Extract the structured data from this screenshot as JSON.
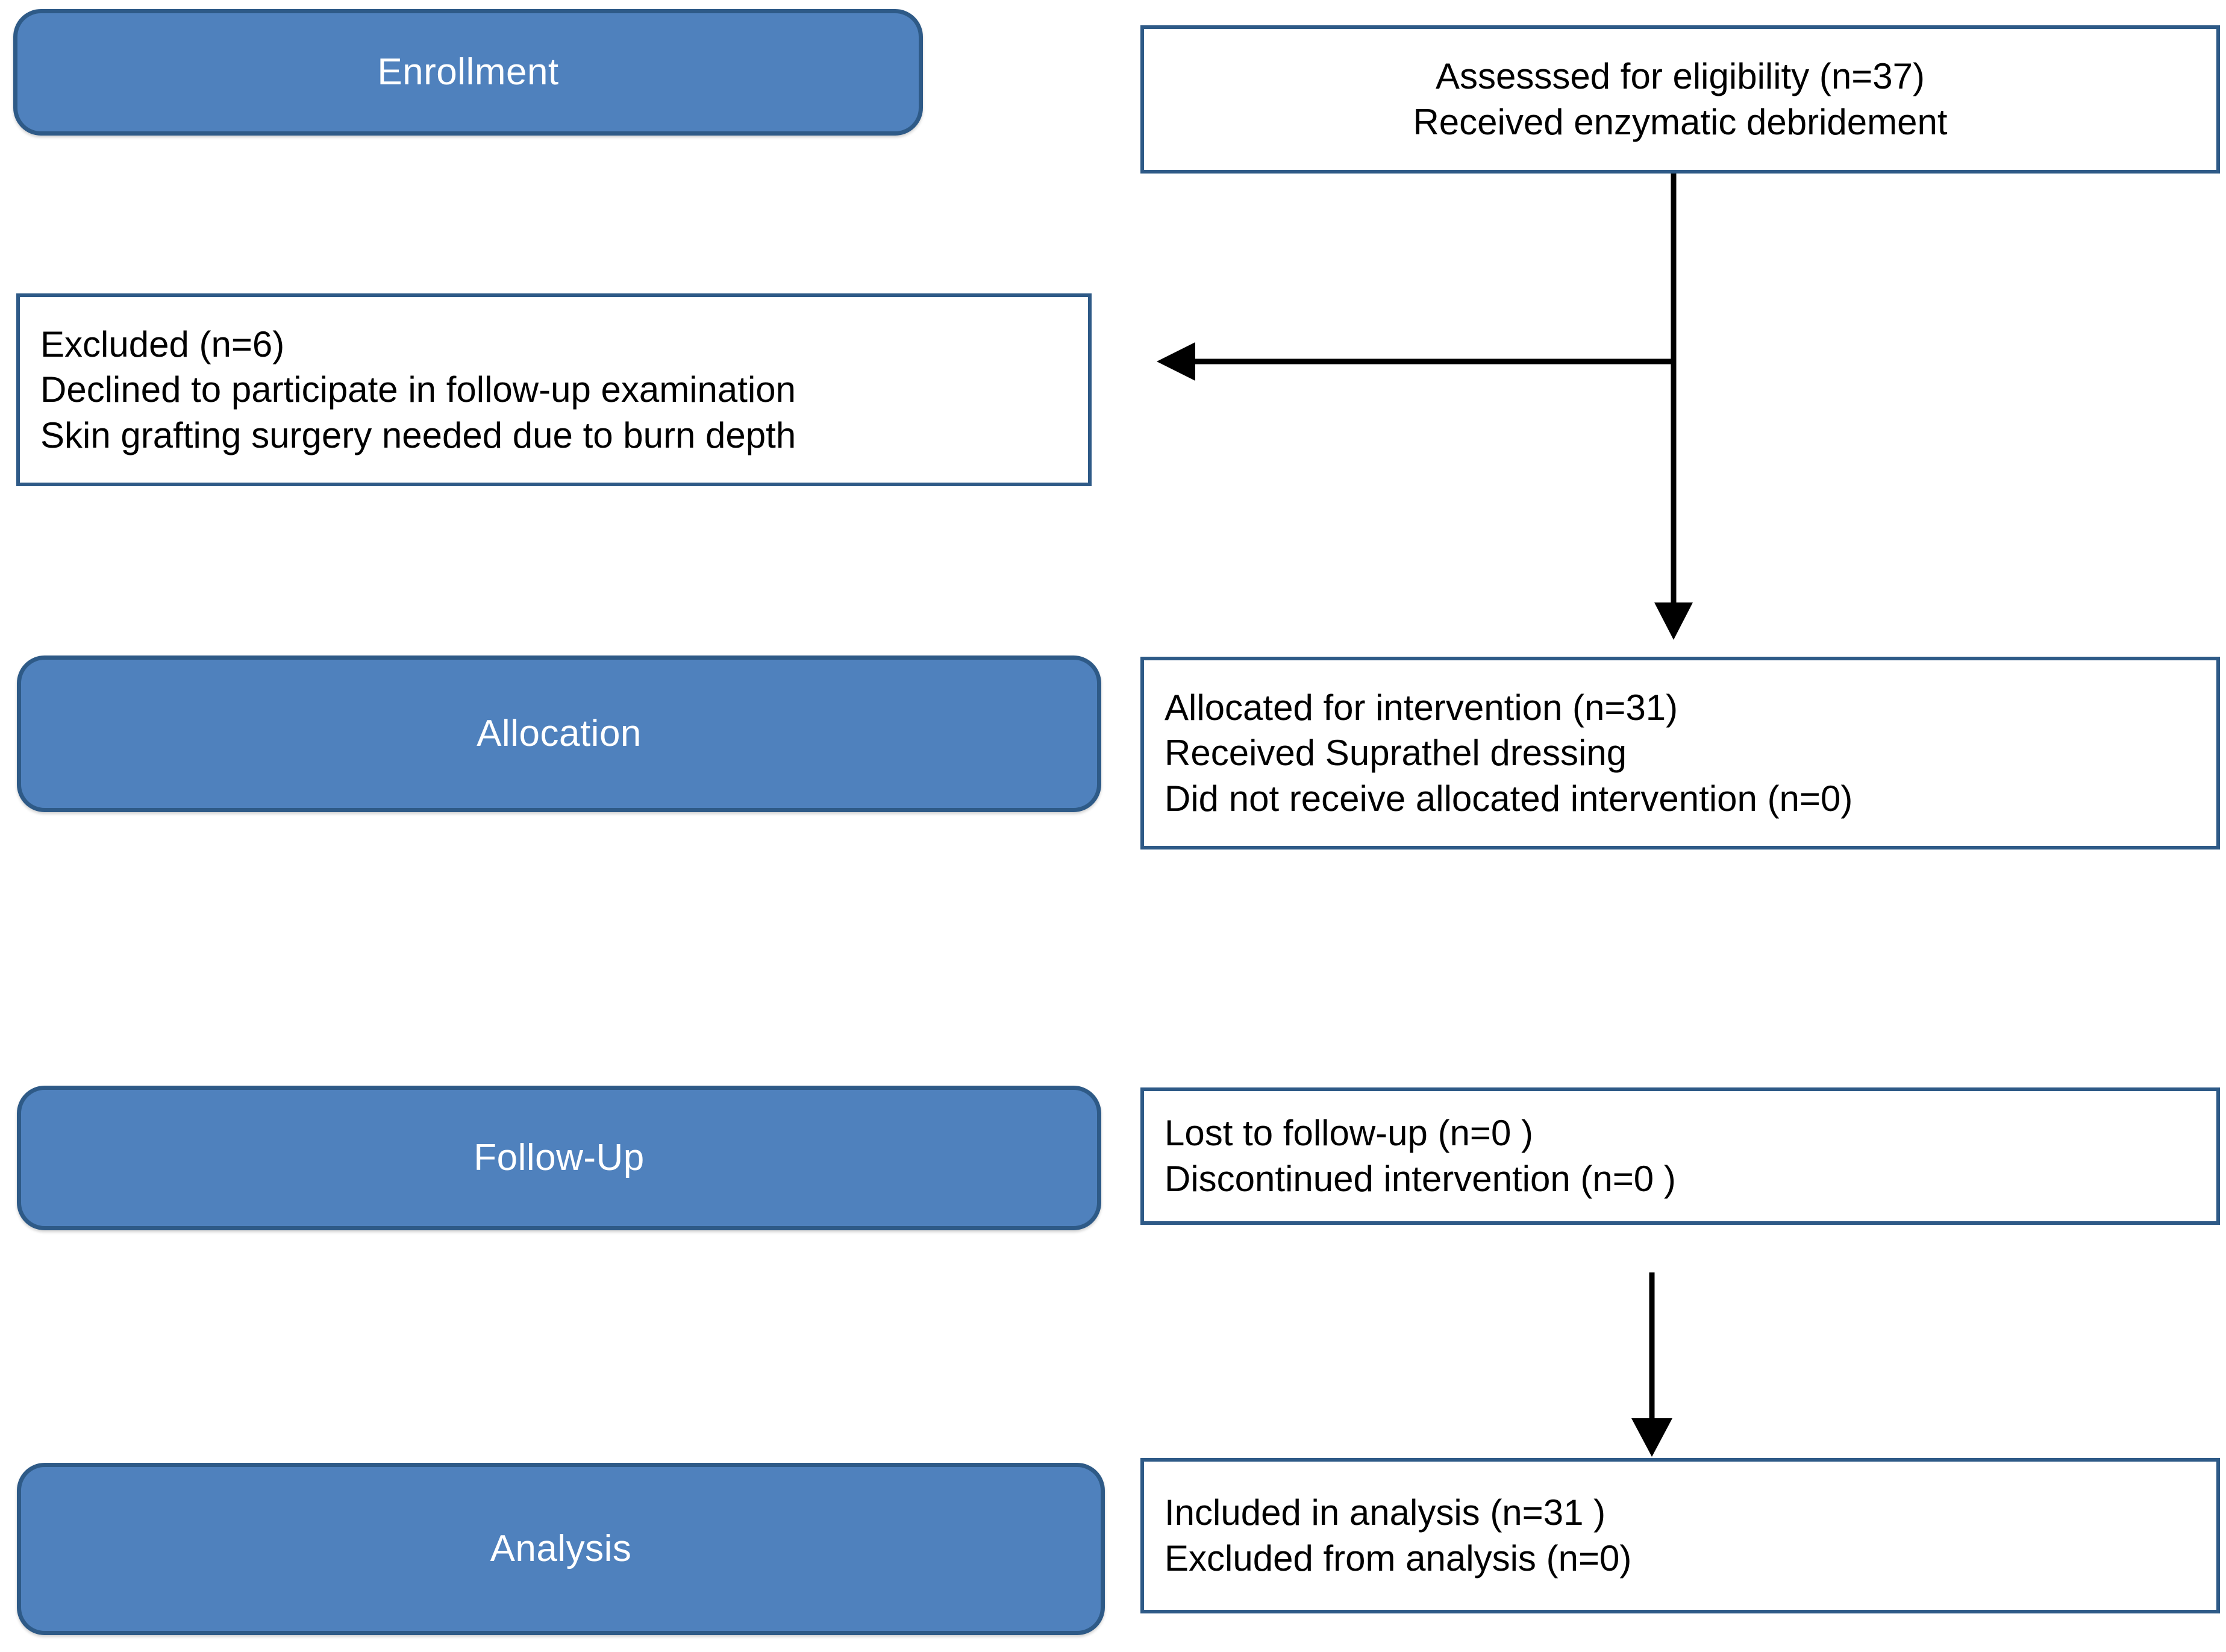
{
  "diagram": {
    "title": "CONSORT participant flow diagram",
    "colors": {
      "stage_fill": "#4F81BD",
      "stage_border": "#2E5A87",
      "info_border": "#2E5A87",
      "stage_text": "#FFFFFF",
      "info_text": "#000000",
      "connector": "#000000",
      "background": "#FFFFFF"
    }
  },
  "stages": [
    {
      "id": "enrollment",
      "label": "Enrollment"
    },
    {
      "id": "allocation",
      "label": "Allocation"
    },
    {
      "id": "followup",
      "label": "Follow-Up"
    },
    {
      "id": "analysis",
      "label": "Analysis"
    }
  ],
  "boxes": {
    "assessed": {
      "id": "assessed-box",
      "lines": [
        "Assesssed for eligibility (n=37)",
        "Received enzymatic debridement"
      ]
    },
    "excluded": {
      "id": "excluded-box",
      "lines": [
        "Excluded (n=6)",
        "Declined to participate in follow-up examination",
        "Skin grafting surgery needed due to burn depth"
      ]
    },
    "allocated": {
      "id": "allocated-box",
      "lines": [
        "Allocated for intervention (n=31)",
        "Received Suprathel dressing",
        "Did not receive allocated intervention (n=0)"
      ]
    },
    "followup": {
      "id": "followup-box",
      "lines": [
        "Lost to follow-up (n=0 )",
        "Discontinued intervention (n=0 )"
      ]
    },
    "analysis": {
      "id": "analysis-box",
      "lines": [
        "Included in analysis (n=31 )",
        "Excluded from analysis (n=0)"
      ]
    }
  },
  "connectors": [
    {
      "id": "enrollment-trunk",
      "kind": "vertical-arrow",
      "from": "assessed-box",
      "to": "allocated-box"
    },
    {
      "id": "exclusion-branch",
      "kind": "horizontal-arrow",
      "from": "enrollment-trunk",
      "to": "excluded-box"
    },
    {
      "id": "followup-to-analysis",
      "kind": "vertical-arrow",
      "from": "followup-box",
      "to": "analysis-box"
    }
  ],
  "counts": {
    "assessed_n": 37,
    "excluded_n": 6,
    "allocated_n": 31,
    "did_not_receive_n": 0,
    "lost_to_followup_n": 0,
    "discontinued_n": 0,
    "included_in_analysis_n": 31,
    "excluded_from_analysis_n": 0
  }
}
